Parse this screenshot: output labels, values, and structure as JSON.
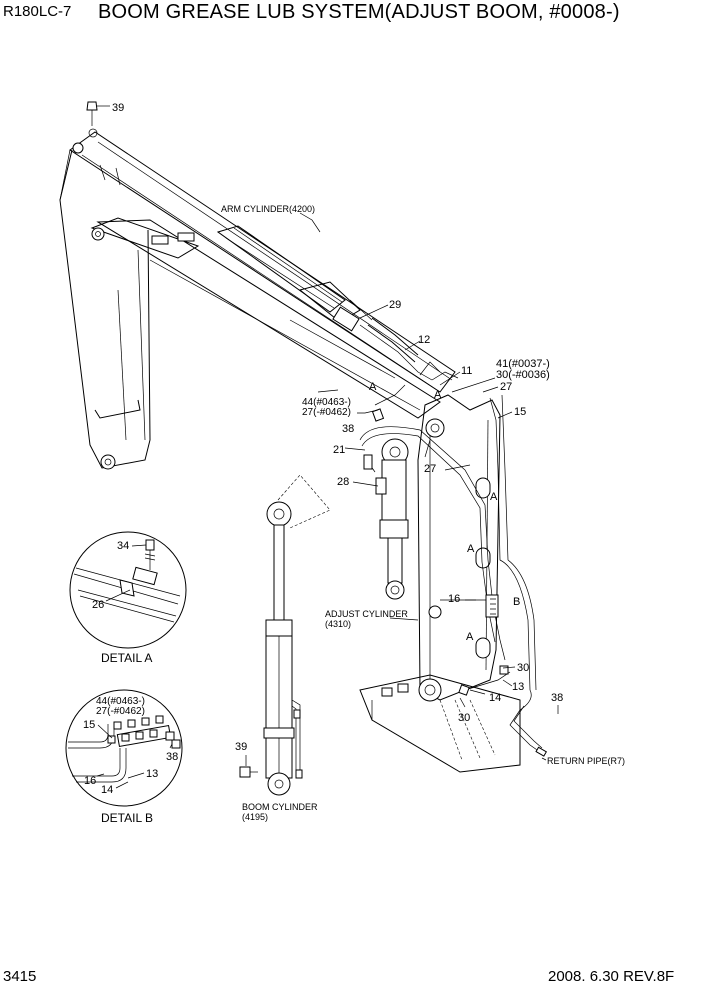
{
  "header": {
    "model": "R180LC-7",
    "title": "BOOM GREASE LUB SYSTEM(ADJUST BOOM, #0008-)"
  },
  "footer": {
    "page": "3415",
    "revision": "2008. 6.30  REV.8F"
  },
  "labels": {
    "arm_cyl": "ARM CYLINDER(4200)",
    "adj_cyl_1": "ADJUST CYLINDER",
    "adj_cyl_2": "(4310)",
    "boom_cyl_1": "BOOM CYLINDER",
    "boom_cyl_2": "(4195)",
    "return_pipe": "RETURN PIPE(R7)",
    "detail_a": "DETAIL  A",
    "detail_b": "DETAIL  B"
  },
  "callouts": {
    "p39_top": "39",
    "p29": "29",
    "p12": "12",
    "p11": "11",
    "p41": "41(#0037-)",
    "p30_top": "30(-#0036)",
    "p27_top": "27",
    "p15": "15",
    "p44": "44(#0463-)",
    "p27_44": "27(-#0462)",
    "pA1": "A",
    "pA2": "A",
    "p38_left": "38",
    "p21": "21",
    "p27_mid": "27",
    "p28": "28",
    "pA3": "A",
    "pA4": "A",
    "pB": "B",
    "p16": "16",
    "pA5": "A",
    "p30_r": "30",
    "p13": "13",
    "p14": "14",
    "p30_b": "30",
    "p38_r": "38",
    "p39_bot": "39",
    "p34": "34",
    "p26": "26",
    "db_44": "44(#0463-)",
    "db_27": "27(-#0462)",
    "db_15": "15",
    "db_38": "38",
    "db_13": "13",
    "db_16": "16",
    "db_14": "14"
  }
}
